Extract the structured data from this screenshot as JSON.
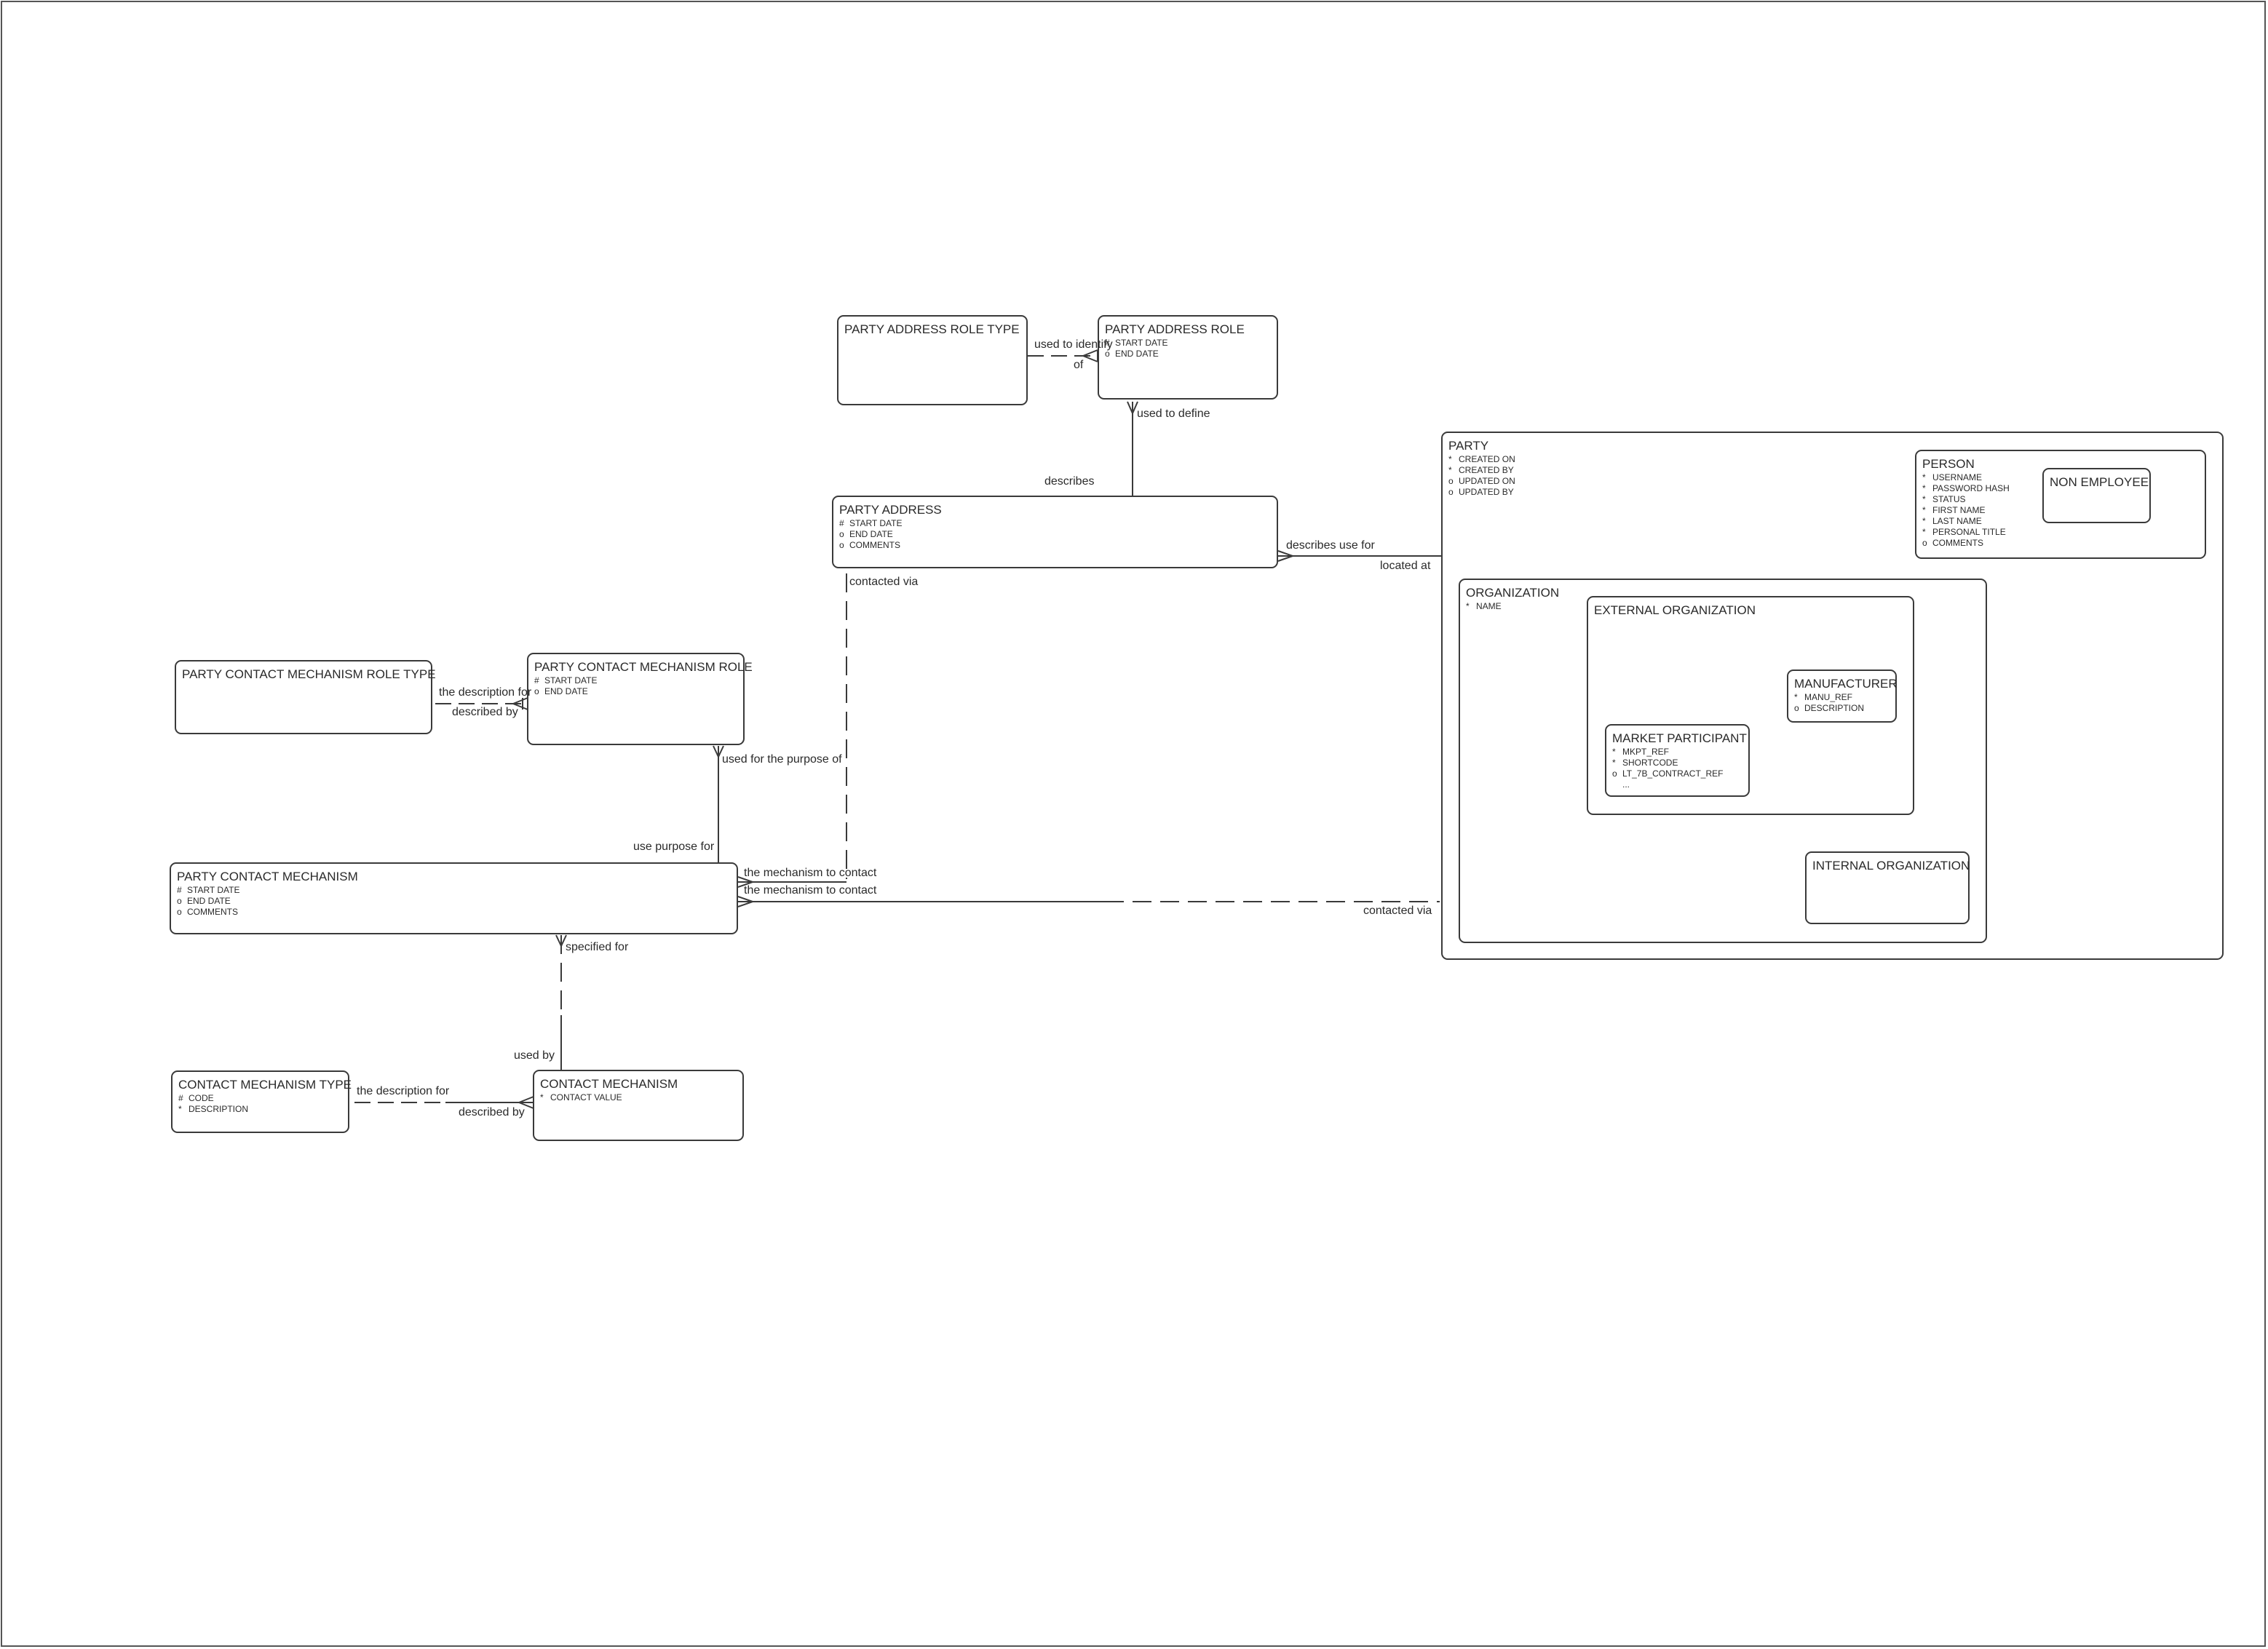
{
  "entities": {
    "party_address_role_type": {
      "name": "PARTY ADDRESS ROLE TYPE",
      "attributes": []
    },
    "party_address_role": {
      "name": "PARTY ADDRESS ROLE",
      "attributes": [
        {
          "symbol": "#",
          "text": "START DATE"
        },
        {
          "symbol": "o",
          "text": "END DATE"
        }
      ]
    },
    "party_address": {
      "name": "PARTY ADDRESS",
      "attributes": [
        {
          "symbol": "#",
          "text": "START DATE"
        },
        {
          "symbol": "o",
          "text": "END DATE"
        },
        {
          "symbol": "o",
          "text": "COMMENTS"
        }
      ]
    },
    "party_contact_mechanism_role_type": {
      "name": "PARTY CONTACT MECHANISM ROLE TYPE",
      "attributes": []
    },
    "party_contact_mechanism_role": {
      "name": "PARTY CONTACT MECHANISM ROLE",
      "attributes": [
        {
          "symbol": "#",
          "text": "START DATE"
        },
        {
          "symbol": "o",
          "text": "END DATE"
        }
      ]
    },
    "party_contact_mechanism": {
      "name": "PARTY CONTACT MECHANISM",
      "attributes": [
        {
          "symbol": "#",
          "text": "START DATE"
        },
        {
          "symbol": "o",
          "text": "END DATE"
        },
        {
          "symbol": "o",
          "text": "COMMENTS"
        }
      ]
    },
    "contact_mechanism_type": {
      "name": "CONTACT MECHANISM TYPE",
      "attributes": [
        {
          "symbol": "#",
          "text": "CODE"
        },
        {
          "symbol": "*",
          "text": "DESCRIPTION"
        }
      ]
    },
    "contact_mechanism": {
      "name": "CONTACT MECHANISM",
      "attributes": [
        {
          "symbol": "*",
          "text": "CONTACT VALUE"
        }
      ]
    },
    "party": {
      "name": "PARTY",
      "attributes": [
        {
          "symbol": "*",
          "text": "CREATED ON"
        },
        {
          "symbol": "*",
          "text": "CREATED BY"
        },
        {
          "symbol": "o",
          "text": "UPDATED ON"
        },
        {
          "symbol": "o",
          "text": "UPDATED BY"
        }
      ]
    },
    "person": {
      "name": "PERSON",
      "attributes": [
        {
          "symbol": "*",
          "text": "USERNAME"
        },
        {
          "symbol": "*",
          "text": "PASSWORD HASH"
        },
        {
          "symbol": "*",
          "text": "STATUS"
        },
        {
          "symbol": "*",
          "text": "FIRST NAME"
        },
        {
          "symbol": "*",
          "text": "LAST NAME"
        },
        {
          "symbol": "*",
          "text": "PERSONAL TITLE"
        },
        {
          "symbol": "o",
          "text": "COMMENTS"
        }
      ]
    },
    "non_employee": {
      "name": "NON EMPLOYEE",
      "attributes": []
    },
    "organization": {
      "name": "ORGANIZATION",
      "attributes": [
        {
          "symbol": "*",
          "text": "NAME"
        }
      ]
    },
    "external_organization": {
      "name": "EXTERNAL ORGANIZATION",
      "attributes": []
    },
    "manufacturer": {
      "name": "MANUFACTURER",
      "attributes": [
        {
          "symbol": "*",
          "text": "MANU_REF"
        },
        {
          "symbol": "o",
          "text": "DESCRIPTION"
        }
      ]
    },
    "market_participant": {
      "name": "MARKET PARTICIPANT",
      "attributes": [
        {
          "symbol": "*",
          "text": "MKPT_REF"
        },
        {
          "symbol": "*",
          "text": "SHORTCODE"
        },
        {
          "symbol": "o",
          "text": "LT_7B_CONTRACT_REF"
        },
        {
          "symbol": "",
          "text": "..."
        }
      ]
    },
    "internal_organization": {
      "name": "INTERNAL ORGANIZATION",
      "attributes": []
    }
  },
  "relationship_labels": {
    "used_to_identify": "used to identify",
    "of": "of",
    "used_to_define": "used to define",
    "describes": "describes",
    "describes_use_for": "describes use for",
    "located_at": "located at",
    "contacted_via_address": "contacted via",
    "the_description_for_pcmr": "the description for",
    "described_by_pcmr": "described by",
    "used_for_the_purpose_of": "used for the purpose of",
    "use_purpose_for": "use purpose for",
    "the_mechanism_to_contact_1": "the mechanism to contact",
    "the_mechanism_to_contact_2": "the mechanism to contact",
    "contacted_via_party": "contacted via",
    "specified_for": "specified for",
    "used_by": "used by",
    "the_description_for_cm": "the description for",
    "described_by_cm": "described by"
  }
}
